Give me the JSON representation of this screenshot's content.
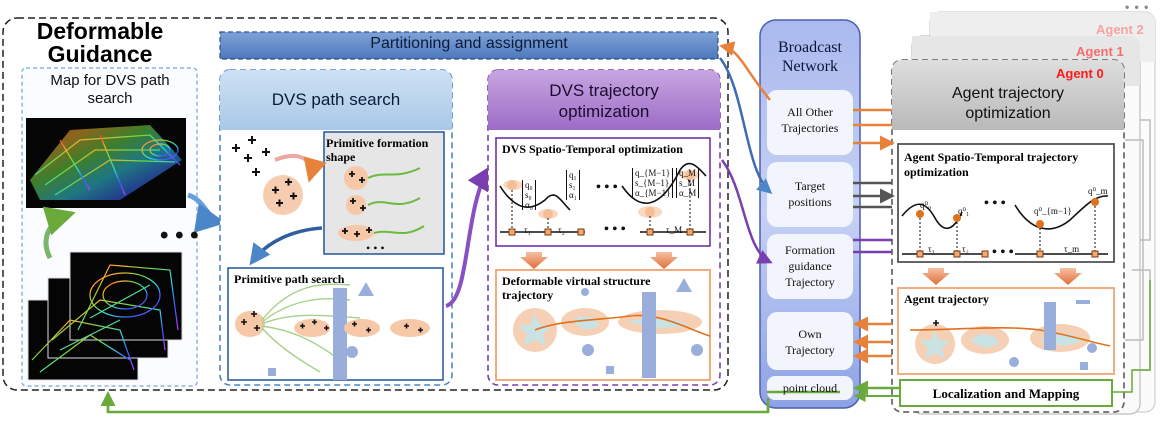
{
  "guidance": {
    "title_line1": "Deformable",
    "title_line2": "Guidance",
    "map_title_line1": "Map for DVS path",
    "map_title_line2": "search",
    "partition_label": "Partitioning and assignment",
    "path_search_title": "DVS path search",
    "primitive_formation_line1": "Primitive formation",
    "primitive_formation_line2": "shape",
    "primitive_path_search": "Primitive path search",
    "traj_opt_title_line1": "DVS trajectory",
    "traj_opt_title_line2": "optimization",
    "spatio_temporal": "DVS Spatio-Temporal optimization",
    "dvs_traj_line1": "Deformable virtual structure",
    "dvs_traj_line2": "trajectory"
  },
  "broadcast": {
    "title_line1": "Broadcast",
    "title_line2": "Network",
    "items": [
      {
        "line1": "All Other",
        "line2": "Trajectories",
        "line3": ""
      },
      {
        "line1": "Target",
        "line2": "positions",
        "line3": ""
      },
      {
        "line1": "Formation",
        "line2": "guidance",
        "line3": "Trajectory"
      },
      {
        "line1": "Own",
        "line2": "Trajectory",
        "line3": ""
      },
      {
        "line1": "point cloud",
        "line2": "",
        "line3": ""
      }
    ]
  },
  "agent": {
    "labels": [
      "Agent 2",
      "Agent 1",
      "Agent 0"
    ],
    "label_colors": [
      "#f4a3a3",
      "#f46e6e",
      "#ff1a1a"
    ],
    "title_line1": "Agent trajectory",
    "title_line2": "optimization",
    "spatio_line1": "Agent Spatio-Temporal trajectory",
    "spatio_line2": "optimization",
    "agent_traj": "Agent trajectory",
    "loc_map": "Localization and Mapping",
    "ellipsis": "• • •"
  },
  "math": {
    "ellipsis": "• • •",
    "tau1": "τ₁",
    "tau2": "τ₂",
    "tauM": "τ_M",
    "taum": "τ_m",
    "q0": "q₀",
    "s0": "s₀",
    "a0": "α₀",
    "q1": "q₁",
    "s1": "s₁",
    "a1": "α₁",
    "qM1": "q_{M−1}",
    "sM1": "s_{M−1}",
    "aM1": "α_{M−1}",
    "qM": "q_M",
    "sM": "s_M",
    "aM": "α_M",
    "agent_q00": "q⁰₀",
    "agent_q01": "q⁰₁",
    "agent_qm1": "q⁰_{m−1}",
    "agent_qm": "q⁰_m"
  },
  "colors": {
    "blue": "#4a86c8",
    "purple": "#7a3fae",
    "orange": "#e8823a",
    "green": "#6aaa3a",
    "gray": "#6c6c6c"
  }
}
